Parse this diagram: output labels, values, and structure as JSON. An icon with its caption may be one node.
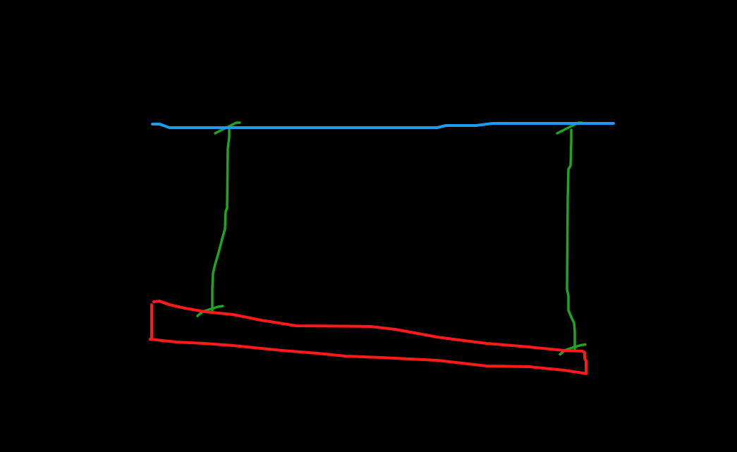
{
  "diagram": {
    "nodes": [
      {
        "text": [],
        "shape": "line"
      },
      {
        "text": [],
        "shape": "band"
      }
    ],
    "edges": [
      {
        "from": 0,
        "to": 1,
        "arrow": "other"
      },
      {
        "from": 0,
        "to": 1,
        "arrow": "other"
      }
    ]
  }
}
